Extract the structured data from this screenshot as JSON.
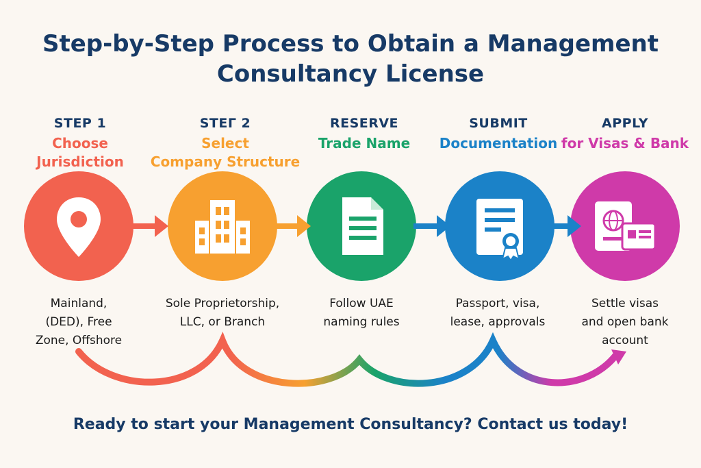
{
  "title": "Step-by-Step Process to Obtain a Management Consultancy License",
  "steps": [
    {
      "kicker": "STEP 1",
      "name": "Choose\nJurisdiction",
      "color": "#f2624f",
      "icon": "location-pin-icon",
      "desc": "Mainland,\n(DED), Free\nZone, Offshore"
    },
    {
      "kicker": "STEГ 2",
      "name": "Select\nCompany Structure",
      "color": "#f7a030",
      "icon": "buildings-icon",
      "desc": "Sole Proprietorship,\nLLC, or Branch"
    },
    {
      "kicker": "RESERVE",
      "name": "Trade Name",
      "color": "#1aa36a",
      "icon": "document-icon",
      "desc": "Follow UAE\nnaming rules"
    },
    {
      "kicker": "SUBMIT",
      "name": "Documentation",
      "color": "#1b82c8",
      "icon": "certificate-icon",
      "desc": "Passport, visa,\nlease, approvals"
    },
    {
      "kicker": "APPLY",
      "name": "for Visas & Bank",
      "color": "#cf3aa9",
      "icon": "passport-icon",
      "desc": "Settle visas\nand open bank\naccount"
    }
  ],
  "cta": "Ready to start your Management Consultancy? Contact us today!"
}
